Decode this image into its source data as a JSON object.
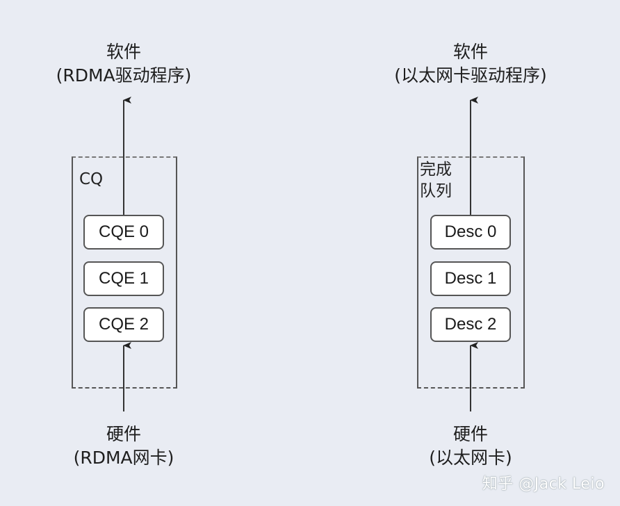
{
  "diagrams": [
    {
      "software": {
        "line1": "软件",
        "line2": "(RDMA驱动程序)"
      },
      "queue_title": "CQ",
      "entries": [
        "CQE 0",
        "CQE 1",
        "CQE 2"
      ],
      "hardware": {
        "line1": "硬件",
        "line2": "(RDMA网卡)"
      }
    },
    {
      "software": {
        "line1": "软件",
        "line2": "(以太网卡驱动程序)"
      },
      "queue_title": "完成\n队列",
      "queue_title_lines": [
        "完成",
        "队列"
      ],
      "entries": [
        "Desc 0",
        "Desc 1",
        "Desc 2"
      ],
      "hardware": {
        "line1": "硬件",
        "line2": "(以太网卡)"
      }
    }
  ],
  "watermark": "知乎 @Jack Leio"
}
